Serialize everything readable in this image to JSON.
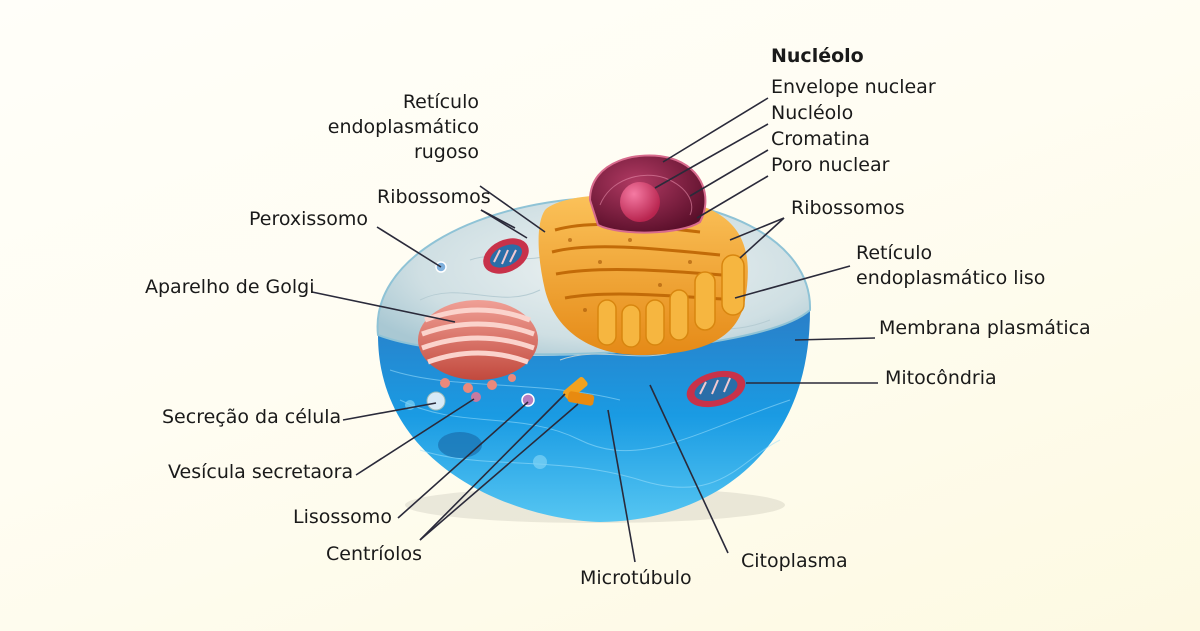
{
  "colors": {
    "background": "#fffdf2",
    "cell_outer": "#1d8fd8",
    "cell_surface": "#c9dde4",
    "nucleus": "#7a1f3d",
    "er": "#f0a12c",
    "golgi": "#d66a5c",
    "mitochondria": "#c8324a",
    "leader_line": "#2a2a3a"
  },
  "nucleus_group": {
    "heading": "Nucléolo",
    "items": [
      "Envelope nuclear",
      "Nucléolo",
      "Cromatina",
      "Poro nuclear"
    ]
  },
  "labels": {
    "rer": "Retículo\nendoplasmático\nrugoso",
    "ribosomes_left": "Ribossomos",
    "peroxisome": "Peroxissomo",
    "golgi": "Aparelho de Golgi",
    "secretion": "Secreção da célula",
    "vesicle": "Vesícula secretaora",
    "lysosome": "Lisossomo",
    "centrioles": "Centríolos",
    "microtubule": "Microtúbulo",
    "cytoplasm": "Citoplasma",
    "mitochondria": "Mitocôndria",
    "membrane": "Membrana plasmática",
    "ser": "Retículo\nendoplasmático liso",
    "ribosomes_right": "Ribossomos"
  }
}
